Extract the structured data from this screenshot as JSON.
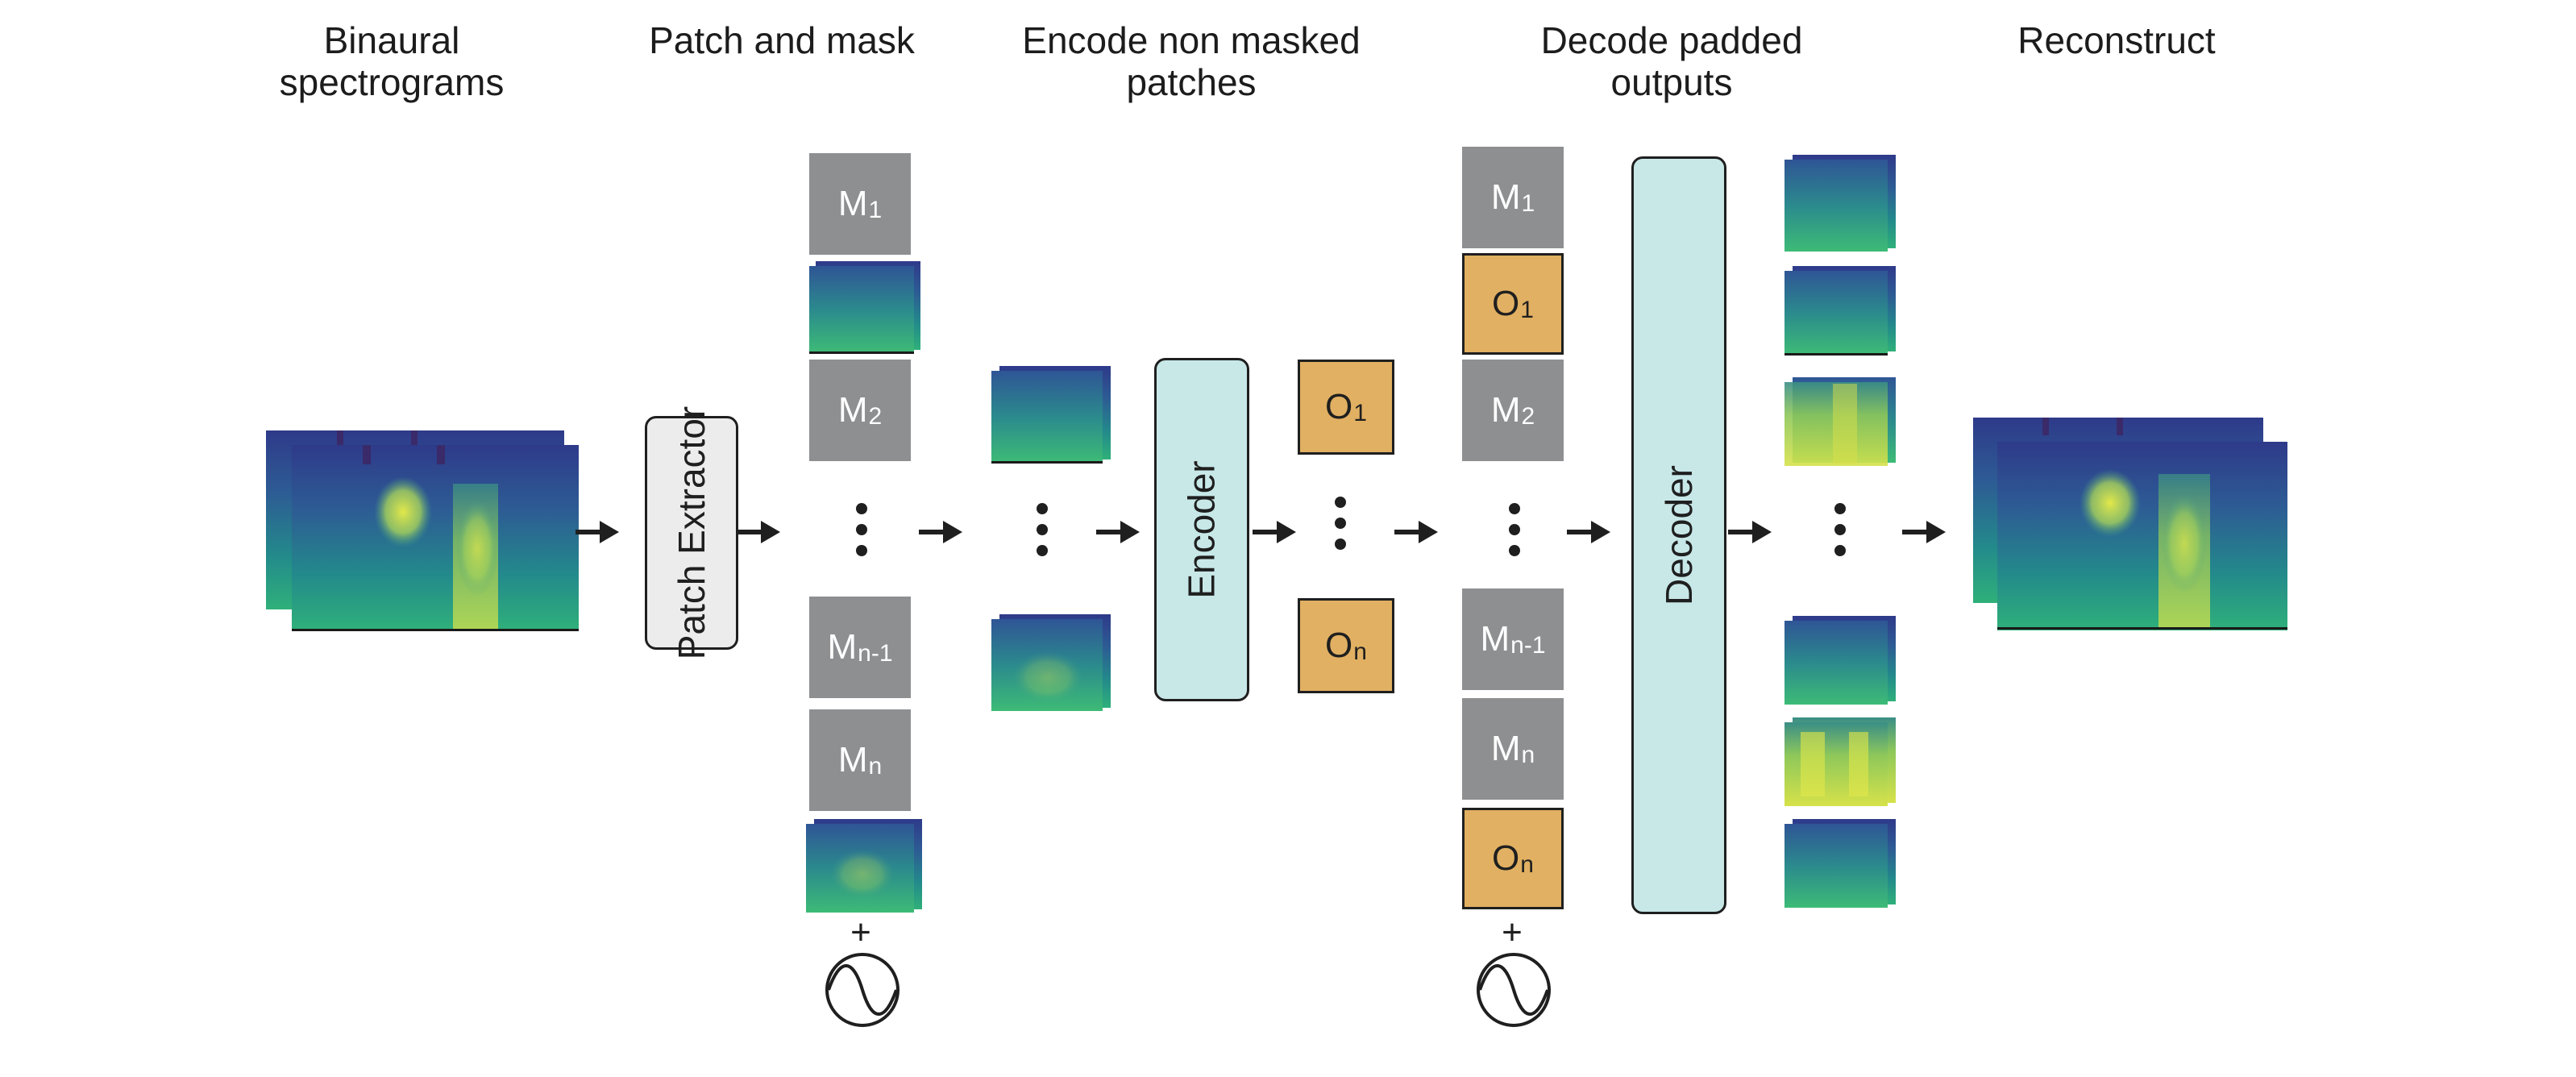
{
  "stages": {
    "input": {
      "line1": "Binaural",
      "line2": "spectrograms"
    },
    "patch": {
      "line1": "Patch and mask"
    },
    "encode": {
      "line1": "Encode non masked",
      "line2": "patches"
    },
    "decode": {
      "line1": "Decode padded",
      "line2": "outputs"
    },
    "reconstruct": {
      "line1": "Reconstruct"
    }
  },
  "blocks": {
    "patch_extractor": "Patch Extractor",
    "encoder": "Encoder",
    "decoder": "Decoder"
  },
  "mask_tokens": [
    {
      "base": "M",
      "sub": "1"
    },
    {
      "base": "M",
      "sub": "2"
    },
    {
      "base": "M",
      "sub": "n-1"
    },
    {
      "base": "M",
      "sub": "n"
    }
  ],
  "output_tokens": [
    {
      "base": "O",
      "sub": "1"
    },
    {
      "base": "O",
      "sub": "n"
    }
  ],
  "plus_sign": "+",
  "colors": {
    "mask_token": "#8e8f91",
    "output_token": "#e1b062",
    "network_block": "#c8e8e8",
    "patch_extractor": "#ececec",
    "spectrogram_low": "#2b3f8c",
    "spectrogram_mid": "#1f8f8a",
    "spectrogram_high": "#d9e04a"
  },
  "icons": [
    "arrow-icon",
    "noise-sine-icon",
    "ellipsis-icon"
  ]
}
